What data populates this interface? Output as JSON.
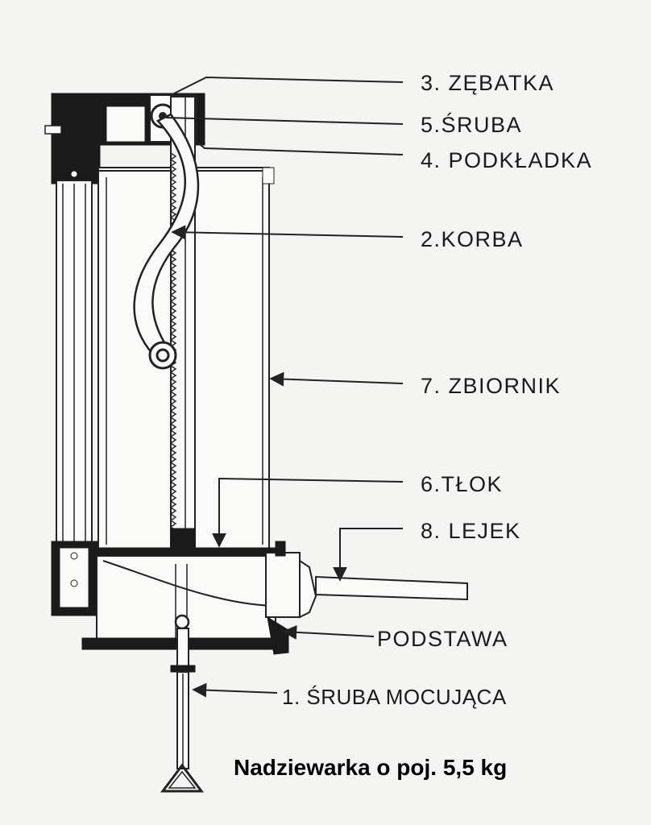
{
  "diagram": {
    "labels": {
      "zebatka": "3. ZĘBATKA",
      "sruba": "5.ŚRUBA",
      "podkladka": "4. PODKŁADKA",
      "korba": "2.KORBA",
      "zbiornik": "7. ZBIORNIK",
      "tlok": "6.TŁOK",
      "lejek": "8. LEJEK",
      "podstawa": "PODSTAWA",
      "sruba_mocujaca": "1. ŚRUBA MOCUJĄCA"
    },
    "caption": "Nadziewarka o poj. 5,5 kg"
  }
}
